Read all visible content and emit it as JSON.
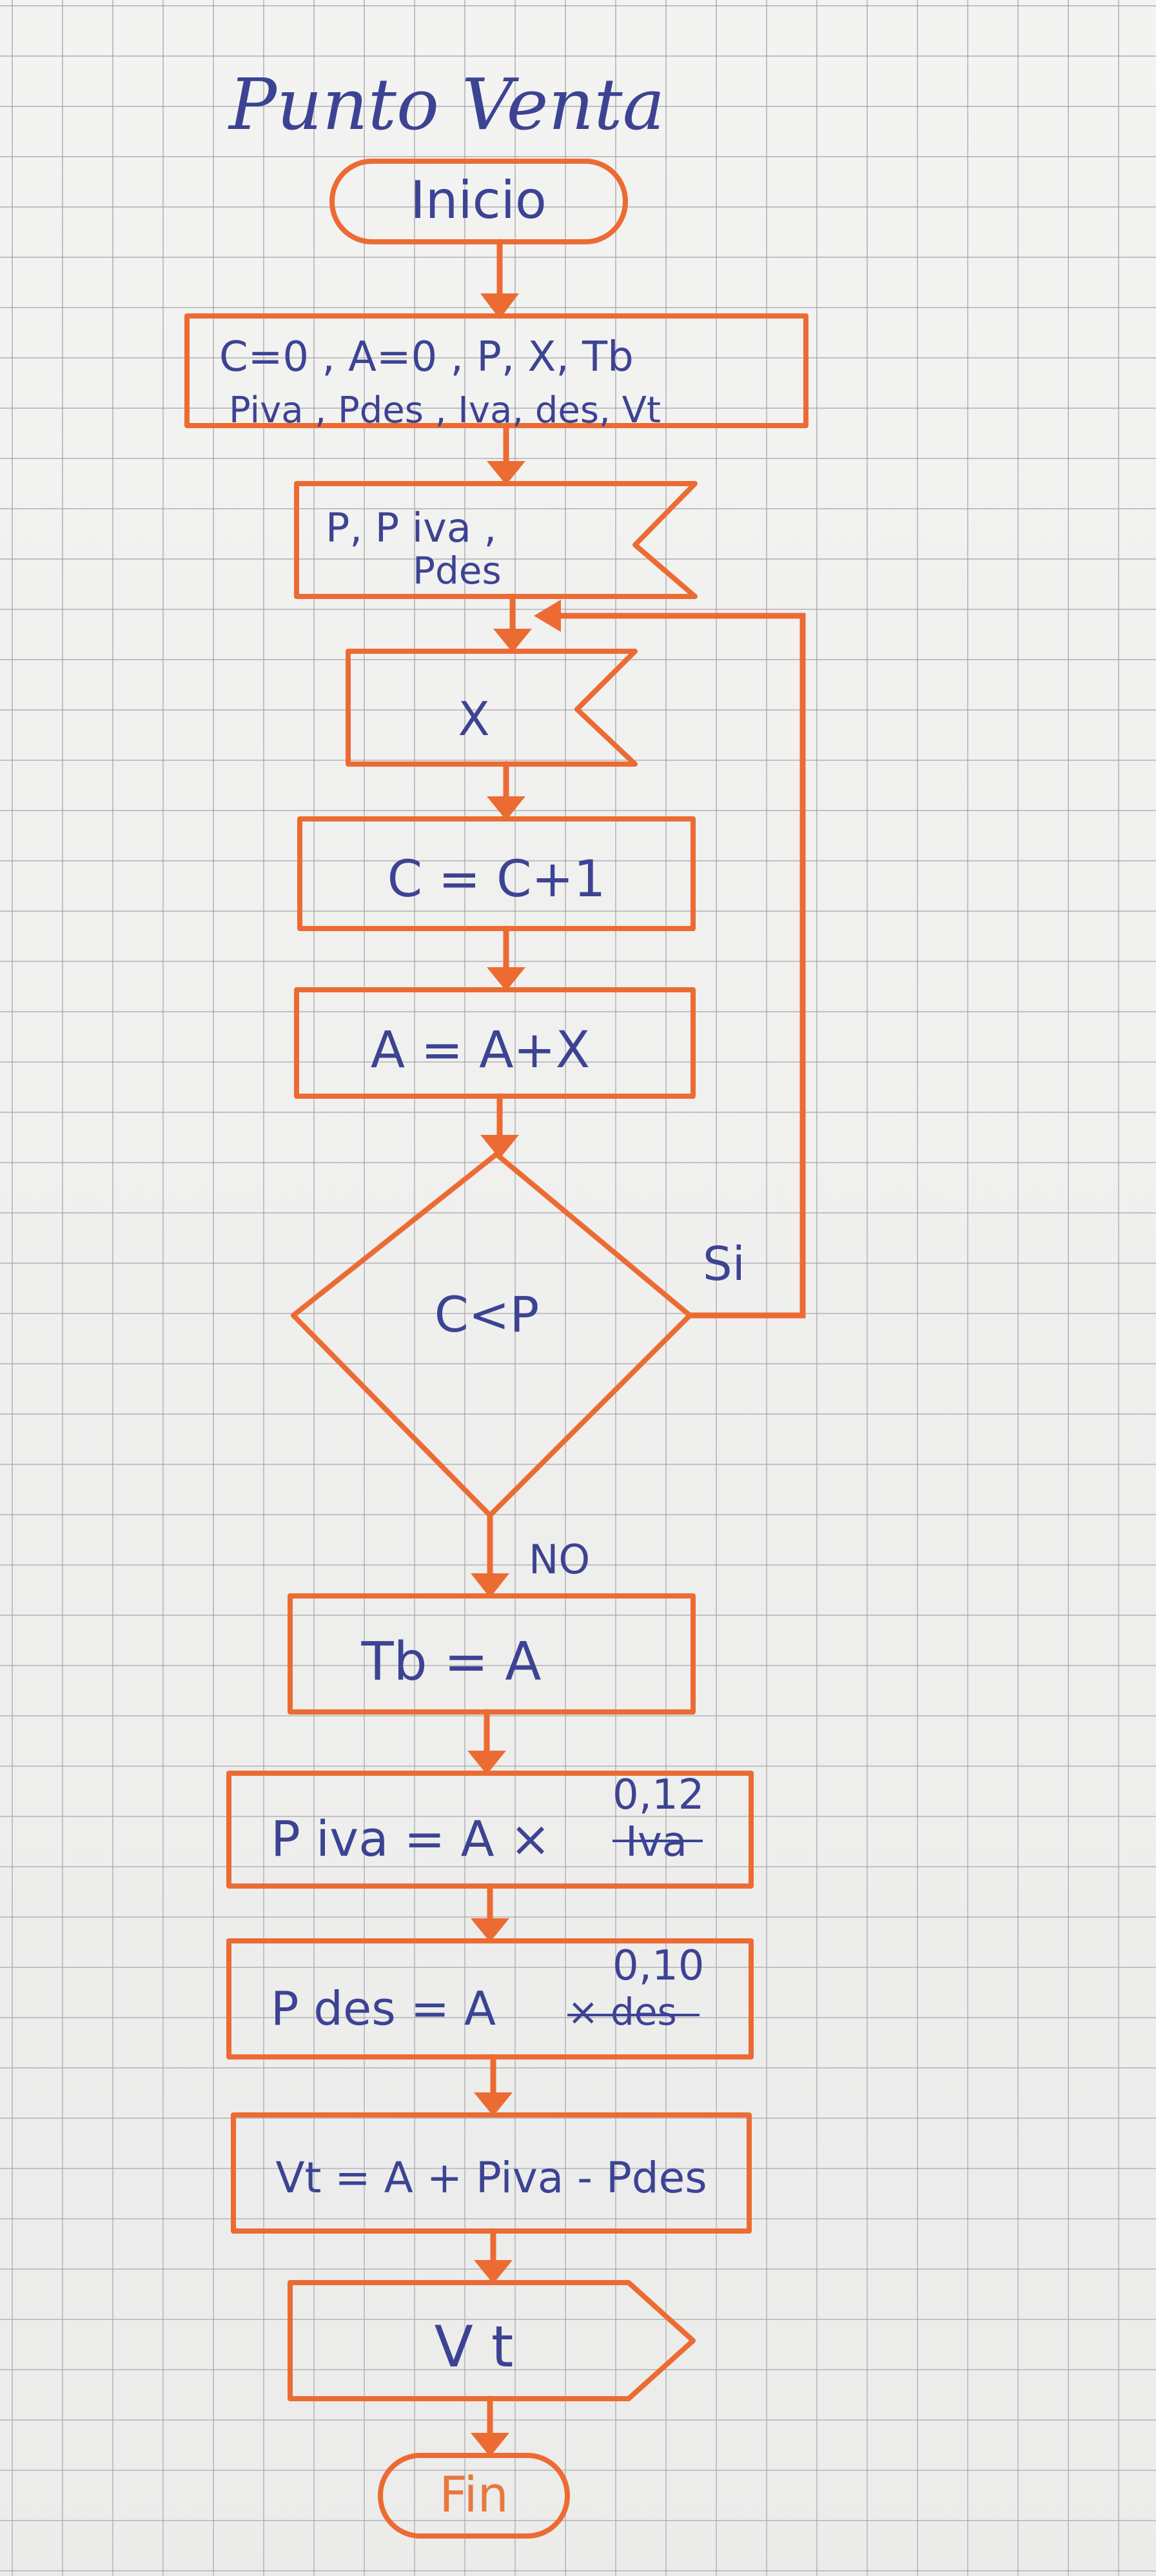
{
  "title": "Punto Venta",
  "nodes": {
    "start": "Inicio",
    "init_line1": "C=0 , A=0 , P, X, Tb",
    "init_line2": "Piva , Pdes , Iva, des, Vt",
    "input_p_line1": "P, P iva ,",
    "input_p_line2": "Pdes",
    "input_x": "X",
    "counter": "C = C+1",
    "accumulator": "A = A+X",
    "decision": "C<P",
    "tb": "Tb = A",
    "piva_main": "P iva = A ×",
    "piva_struck": "Iva",
    "piva_value": "0,12",
    "pdes_main": "P des = A",
    "pdes_struck": "× des",
    "pdes_value": "0,10",
    "vt_calc": "Vt = A + Piva - Pdes",
    "output_vt": "V t",
    "end": "Fin"
  },
  "edges": {
    "yes_label": "Si",
    "no_label": "NO"
  },
  "colors": {
    "stroke": "#ec6b33",
    "ink": "#3d4393",
    "orange_ink": "#e9773f",
    "grid": "#9696a0",
    "paper": "#f3f3f1"
  }
}
